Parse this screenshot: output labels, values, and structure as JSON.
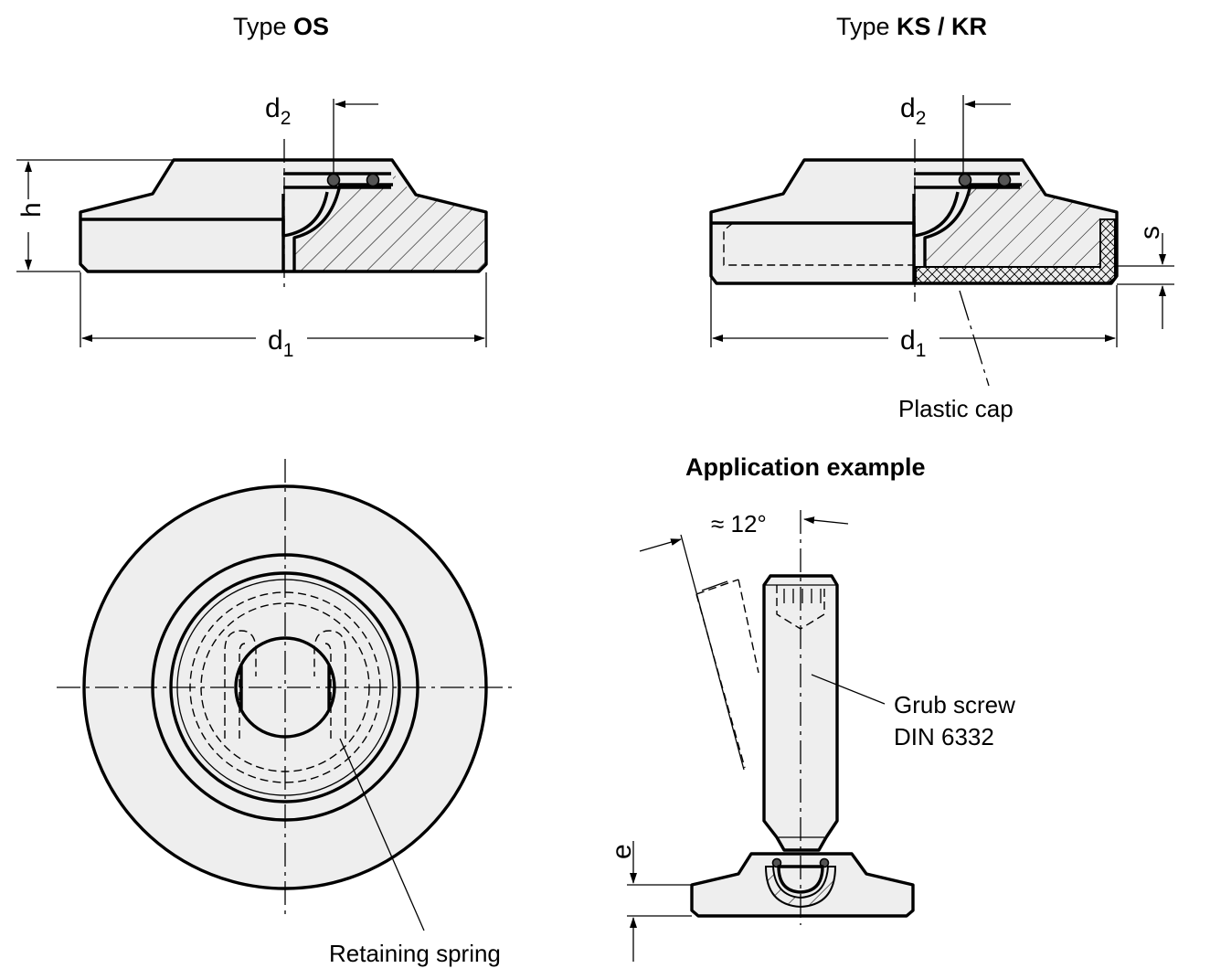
{
  "labels": {
    "type_os_prefix": "Type ",
    "type_os_code": "OS",
    "type_ks_prefix": "Type ",
    "type_ks_code": "KS / KR",
    "application_example": "Application example",
    "plastic_cap": "Plastic cap",
    "retaining_spring": "Retaining spring",
    "grub_screw_line1": "Grub screw",
    "grub_screw_line2": "DIN 6332",
    "angle": "≈ 12°"
  },
  "dimensions": {
    "d": "d",
    "d1_sub": "1",
    "d2_sub": "2",
    "h": "h",
    "s": "s",
    "e": "e"
  }
}
